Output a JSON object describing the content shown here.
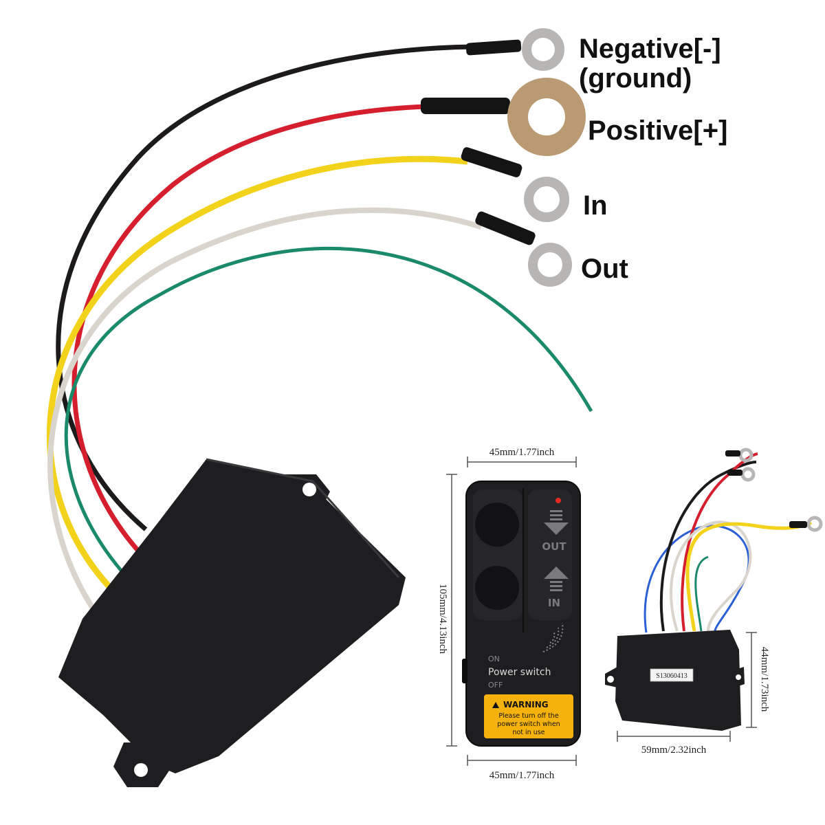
{
  "colors": {
    "wire_black": "#1c1a1a",
    "wire_red": "#d61f2e",
    "wire_yellow": "#f2d21a",
    "wire_white": "#d9d4cc",
    "wire_green": "#1b8a6b",
    "wire_blue": "#2a5fd6",
    "terminal_silver": "#b8b6b4",
    "terminal_copper": "#b99a72",
    "housing": "#1e1e20",
    "warning_bg": "#f5b20d",
    "led": "#e32a22"
  },
  "wire_labels": {
    "negative_line1": "Negative[-]",
    "negative_line2": "(ground)",
    "positive": "Positive[+]",
    "in": "In",
    "out": "Out"
  },
  "remote": {
    "btn_out": "OUT",
    "btn_in": "IN",
    "on": "ON",
    "power_switch": "Power switch",
    "off": "OFF",
    "warning_title": "WARNING",
    "warning_line1": "Please turn off the",
    "warning_line2": "power switch when",
    "warning_line3": "not in use"
  },
  "receiver": {
    "serial": "S13060413"
  },
  "dimensions": {
    "remote_width_top": "45mm/1.77inch",
    "remote_width_bottom": "45mm/1.77inch",
    "remote_height": "105mm/4.13inch",
    "receiver_width": "59mm/2.32inch",
    "receiver_height": "44mm/1.73inch"
  }
}
